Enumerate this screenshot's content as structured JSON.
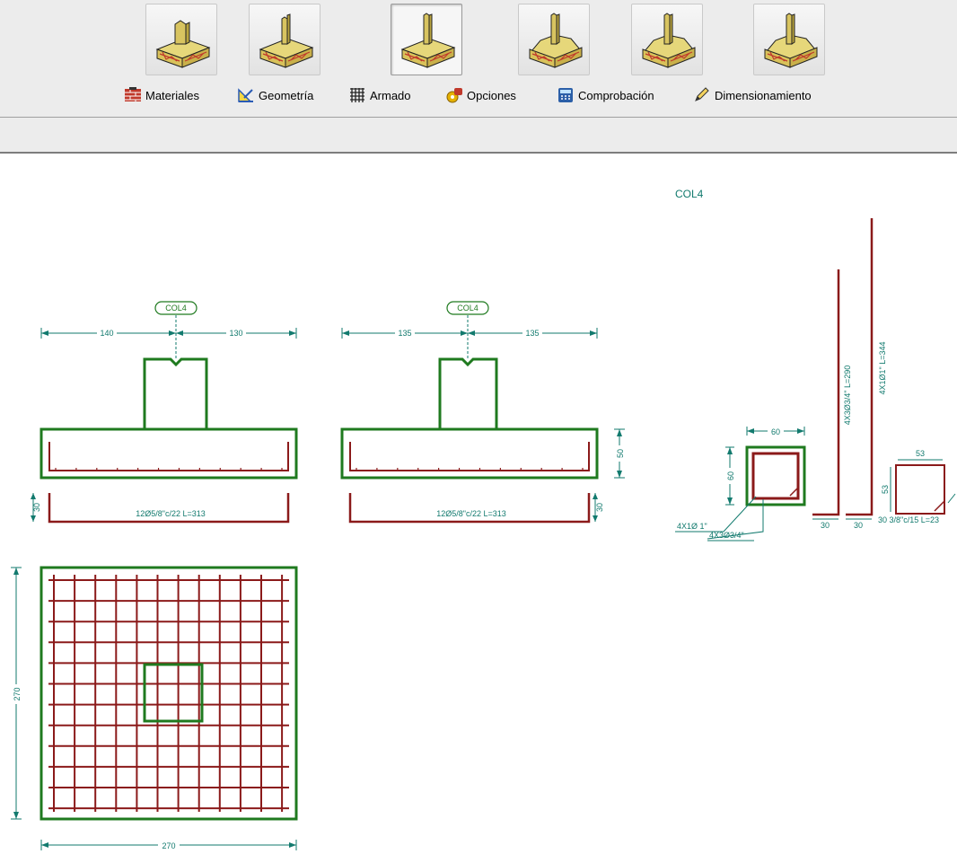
{
  "toolbar": {
    "footing_types": [
      {
        "name": "footing-type-1",
        "active": false
      },
      {
        "name": "footing-type-2",
        "active": false
      },
      {
        "name": "footing-type-3",
        "active": true
      },
      {
        "name": "footing-type-4",
        "active": false
      },
      {
        "name": "footing-type-5",
        "active": false
      },
      {
        "name": "footing-type-6",
        "active": false
      }
    ],
    "menu": [
      {
        "label": "Materiales",
        "icon": "bricks-icon"
      },
      {
        "label": "Geometría",
        "icon": "set-square-icon"
      },
      {
        "label": "Armado",
        "icon": "rebar-grid-icon"
      },
      {
        "label": "Opciones",
        "icon": "options-icon"
      },
      {
        "label": "Comprobación",
        "icon": "calculator-icon"
      },
      {
        "label": "Dimensionamiento",
        "icon": "pencil-icon"
      }
    ]
  },
  "colors": {
    "concrete": "#1f7a1f",
    "rebar": "#8b1a1a",
    "dimension": "#127a6e",
    "toolbar_bg": "#ececec"
  },
  "drawing": {
    "column_name": "COL4",
    "column_tag": "COL4",
    "section_x": {
      "dim_left": "140",
      "dim_right": "130",
      "rebar_hook": "30",
      "rebar_label": "12Ø5/8\"c/22  L=313"
    },
    "section_y": {
      "dim_left": "135",
      "dim_right": "135",
      "height_dim": "50",
      "rebar_hook": "30",
      "rebar_label": "12Ø5/8\"c/22  L=313"
    },
    "plan": {
      "width_dim": "270",
      "height_dim": "270"
    },
    "column_detail": {
      "width_dim": "60",
      "height_dim": "60",
      "corner_bars_label": "4X1Ø 1\"",
      "side_bars_label": "4X3Ø3/4\"",
      "bar_short_label": "4X3Ø3/4\"  L=290",
      "bar_long_label": "4X1Ø1\"  L=344",
      "bar_short_hook": "30",
      "bar_long_hook": "30",
      "stirrup_side": "53",
      "stirrup_side_2": "53",
      "stirrup_label": "30 3/8\"c/15  L=23"
    }
  }
}
